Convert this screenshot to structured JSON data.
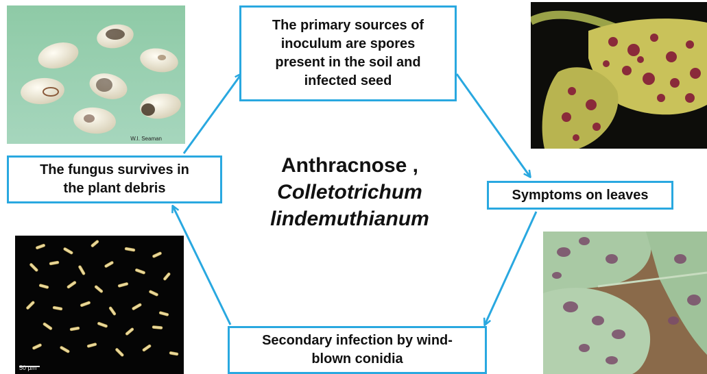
{
  "diagram": {
    "center_title": {
      "common_name": "Anthracnose ,",
      "scientific_name_line1": "Colletotrichum",
      "scientific_name_line2": "lindemuthianum"
    },
    "steps": {
      "primary": "The primary sources of\ninoculum  are spores\npresent in the soil and\ninfected seed",
      "symptoms": "Symptoms on leaves",
      "secondary": "Secondary  infection by  wind-\nblown conidia",
      "survive": "The fungus survives in\nthe  plant debris"
    },
    "photos": {
      "seeds_credit": "W.I. Seaman",
      "spores_scale": "50 µm"
    },
    "colors": {
      "accent": "#29a8e0",
      "lesion": "#8a2a3a",
      "leaf_yellow": "#c9c25a",
      "leaf_pale": "#a9c9a4"
    }
  }
}
